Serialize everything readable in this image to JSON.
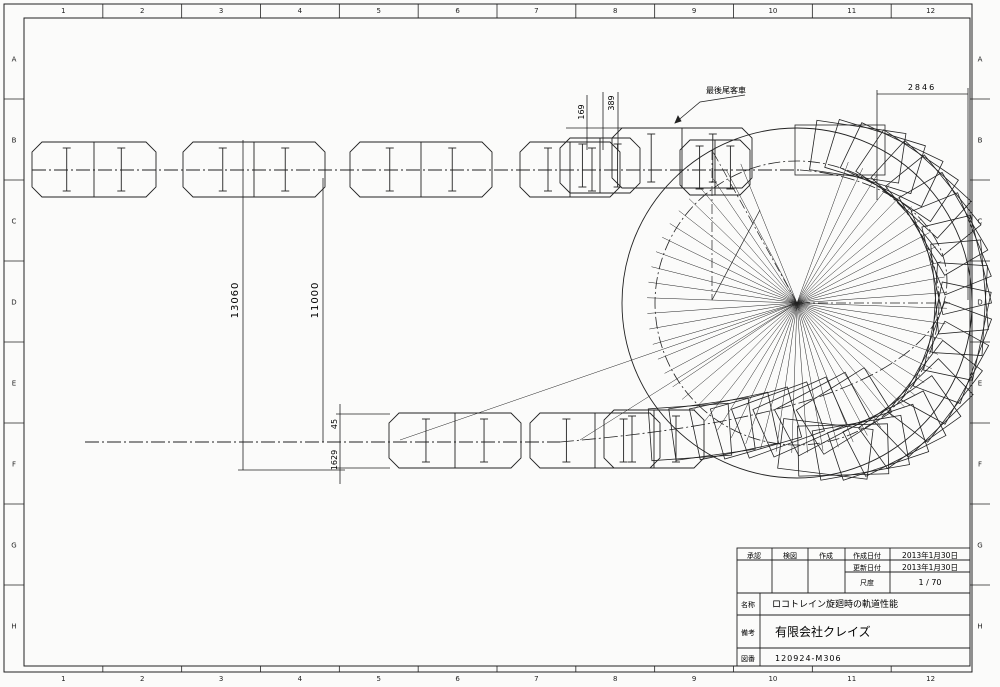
{
  "border": {
    "columns": [
      "1",
      "2",
      "3",
      "4",
      "5",
      "6",
      "7",
      "8",
      "9",
      "10",
      "11",
      "12"
    ],
    "rows": [
      "A",
      "B",
      "C",
      "D",
      "E",
      "F",
      "G",
      "H"
    ]
  },
  "dimensions": {
    "d2846": "2846",
    "d169": "169",
    "d389": "389",
    "d13060": "13060",
    "d11000": "11000",
    "d45": "45",
    "d1629": "1629"
  },
  "annotation": {
    "last_car": "最後尾客車"
  },
  "title_block": {
    "approval": "承認",
    "check": "検図",
    "drawn": "作成",
    "created_date_label": "作成日付",
    "created_date": "2013年1月30日",
    "revised_date_label": "更新日付",
    "revised_date": "2013年1月30日",
    "scale_label": "尺度",
    "scale": "1 / 70",
    "name_label": "名称",
    "name": "ロコトレイン旋廻時の軌道性能",
    "remarks_label": "備考",
    "company": "有限会社クレイズ",
    "drawing_no_label": "図番",
    "drawing_no": "120924-M306"
  }
}
